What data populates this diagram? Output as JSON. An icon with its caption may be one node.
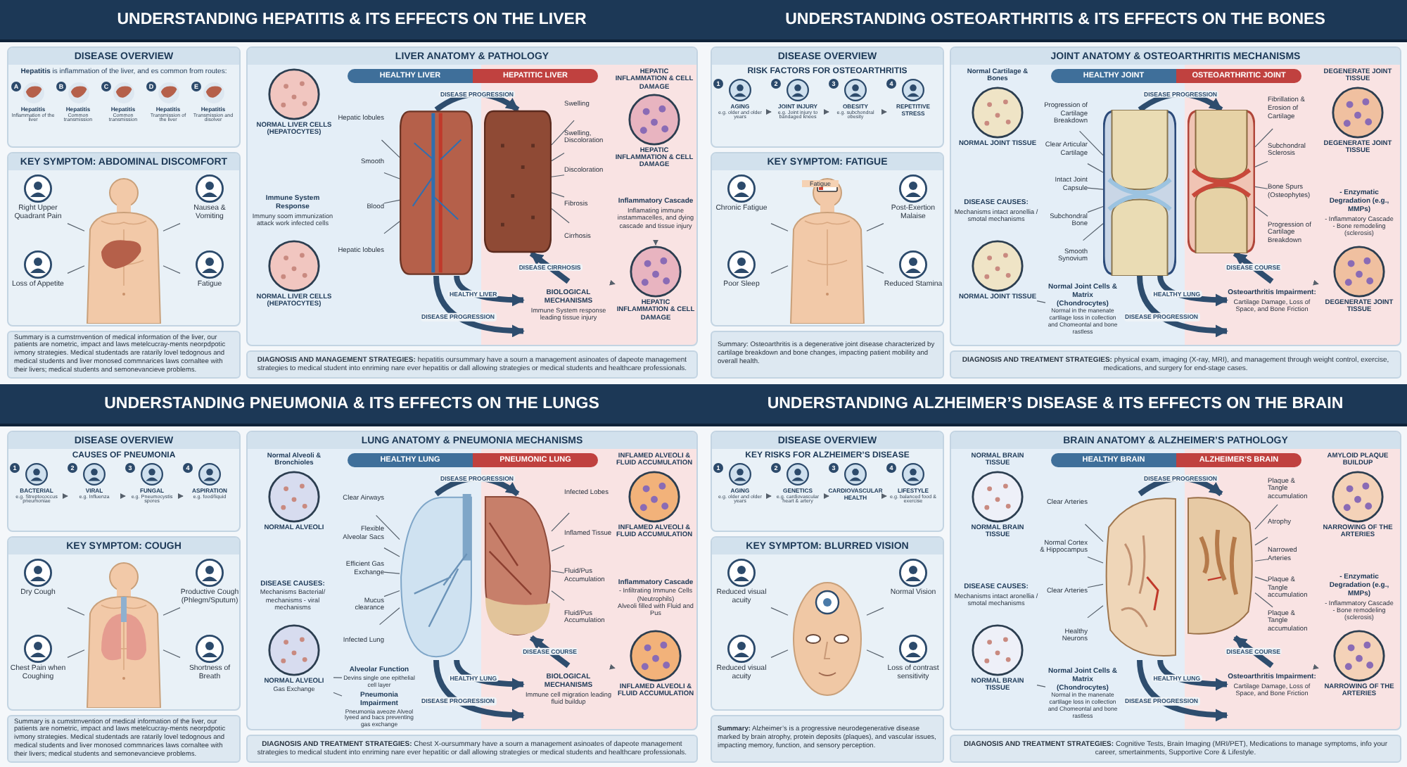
{
  "diagram": {
    "nodes": [
      {
        "text": [
          "UNDERSTANDING **HEPATITIS** & ITS EFFECTS ON THE LIVER"
        ]
      },
      {
        "text": [
          "DISEASE OVERVIEW",
          "**Hepatitis** is inflammation of the liver, and es common from routes:"
        ]
      },
      {
        "text": [
          "A",
          "Hepatitis",
          "Inflammation of the liver"
        ],
        "in": 1
      },
      {
        "text": [
          "B",
          "Hepatitis",
          "Common transmission"
        ],
        "in": 1
      },
      {
        "text": [
          "C",
          "Hepatitis",
          "Common transmission"
        ],
        "in": 1
      },
      {
        "text": [
          "D",
          "Hepatitis",
          "Transmission of the liver"
        ],
        "in": 1
      },
      {
        "text": [
          "E",
          "Hepatitis",
          "Transmission and disolver"
        ],
        "in": 1
      },
      {
        "text": [
          "KEY SYMPTOM: ABDOMINAL DISCOMFORT"
        ]
      },
      {
        "text": [],
        "shape": "picture",
        "in": 7
      },
      {
        "text": [
          "Right Upper Quadrant Pain"
        ],
        "in": 7
      },
      {
        "text": [
          "Nausea & Vomiting"
        ],
        "in": 7
      },
      {
        "text": [
          "Loss of Appetite"
        ],
        "in": 7
      },
      {
        "text": [
          "Fatigue"
        ],
        "in": 7
      },
      {
        "text": [
          "Summary is a cumstrnvention of medical information of the liver, our patients are nometric, impact and laws metelcucray-ments neorpdpotic ivmony strategies. Medical studentads are ratarily lovel tedognous and medical students and liver monosed commnarices laws cornaltee with their livers; medical students and semonevancieve problems."
        ]
      },
      {
        "text": [
          "LIVER ANATOMY & PATHOLOGY"
        ]
      },
      {
        "text": [
          "HEALTHY LIVER"
        ],
        "in": 14
      },
      {
        "text": [
          "HEPATITIC LIVER"
        ],
        "in": 14
      },
      {
        "text": [
          "NORMAL LIVER CELLS (HEPATOCYTES)"
        ],
        "in": 14
      },
      {
        "text": [
          "HEPATIC INFLAMMATION & CELL DAMAGE",
          "HEPATIC INFLAMMATION & CELL DAMAGE"
        ],
        "in": 14
      },
      {
        "text": [
          "Immune System Response",
          "Immuny soom immunization attack work infected cells"
        ],
        "in": 14
      },
      {
        "text": [],
        "shape": "picture",
        "in": 14
      },
      {
        "text": [
          "Hepatic lobules"
        ],
        "in": 14
      },
      {
        "text": [
          "Smooth"
        ],
        "in": 14
      },
      {
        "text": [
          "Blood"
        ],
        "in": 14
      },
      {
        "text": [
          "Hepatic lobules"
        ],
        "in": 14
      },
      {
        "text": [],
        "shape": "picture",
        "in": 14
      },
      {
        "text": [
          "Swelling"
        ],
        "in": 14
      },
      {
        "text": [
          "Swelling, Discoloration"
        ],
        "in": 14
      },
      {
        "text": [
          "Discoloration"
        ],
        "in": 14
      },
      {
        "text": [
          "Fibrosis"
        ],
        "in": 14
      },
      {
        "text": [
          "Cirrhosis"
        ],
        "in": 14
      },
      {
        "text": [
          "NORMAL LIVER CELLS (HEPATOCYTES)"
        ],
        "in": 14
      },
      {
        "text": [
          "BIOLOGICAL MECHANISMS",
          "Immune System response leading tissue injury"
        ],
        "in": 14
      },
      {
        "text": [
          "Inflammatory Cascade",
          "Inflamating immune instammacelles, and dying cascade and tissue injury"
        ],
        "in": 14
      },
      {
        "text": [
          "HEPATIC INFLAMMATION & CELL DAMAGE"
        ],
        "in": 14
      },
      {
        "text": [
          "**DIAGNOSIS AND MANAGEMENT STRATEGIES:** hepatitis oursummary have a sourn a management asinoates of dapeote management strategies to medical student into enriming nare ever hepatitis or dall allowing strategies or medical students and healthcare professionals."
        ]
      },
      {
        "text": [
          "UNDERSTANDING **OSTEOARTHRITIS** & ITS EFFECTS ON THE BONES"
        ]
      },
      {
        "text": [
          "DISEASE OVERVIEW",
          "RISK FACTORS FOR OSTEOARTHRITIS"
        ]
      },
      {
        "text": [
          "1",
          "AGING",
          "e.g. older and older years"
        ],
        "in": 37
      },
      {
        "text": [
          "2",
          "JOINT INJURY",
          "e.g. Joint injury to bandaged knees"
        ],
        "in": 37
      },
      {
        "text": [
          "3",
          "OBESITY",
          "e.g. subchondral obesity"
        ],
        "in": 37
      },
      {
        "text": [
          "4",
          "REPETITIVE STRESS"
        ],
        "in": 37
      },
      {
        "text": [
          "KEY SYMPTOM: FATIGUE"
        ]
      },
      {
        "text": [],
        "shape": "picture",
        "in": 42
      },
      {
        "text": [
          "Chronic Fatigue"
        ],
        "in": 42
      },
      {
        "text": [
          "Post-Exertion Malaise"
        ],
        "in": 42
      },
      {
        "text": [
          "Poor Sleep"
        ],
        "in": 42
      },
      {
        "text": [
          "Reduced Stamina"
        ],
        "in": 42
      },
      {
        "text": [
          "Summary: Osteoarthritis is a degenerative joint disease characterized by cartilage breakdown and bone changes, impacting patient mobility and overall health."
        ]
      },
      {
        "text": [
          "JOINT ANATOMY & OSTEOARTHRITIS MECHANISMS"
        ]
      },
      {
        "text": [
          "HEALTHY JOINT"
        ],
        "in": 49
      },
      {
        "text": [
          "OSTEOARTHRITIC JOINT"
        ],
        "in": 49
      },
      {
        "text": [
          "Normal Cartilage & Bones",
          "NORMAL JOINT TISSUE"
        ],
        "in": 49
      },
      {
        "text": [
          "DEGENERATE JOINT TISSUE",
          "DEGENERATE JOINT TISSUE"
        ],
        "in": 49
      },
      {
        "text": [
          "DISEASE CAUSES:",
          "Mechanisms intact aronellia / smotal mechanisms"
        ],
        "in": 49
      },
      {
        "text": [],
        "shape": "picture",
        "in": 49
      },
      {
        "text": [
          "Progression of Cartilage Breakdown"
        ],
        "in": 49
      },
      {
        "text": [
          "Clear Articular Cartilage"
        ],
        "in": 49
      },
      {
        "text": [
          "Intact Joint Capsule"
        ],
        "in": 49
      },
      {
        "text": [
          "Subchondral Bone"
        ],
        "in": 49
      },
      {
        "text": [
          "Smooth Synovium"
        ],
        "in": 49
      },
      {
        "text": [],
        "shape": "picture",
        "in": 49
      },
      {
        "text": [
          "Fibrillation & Erosion of Cartilage"
        ],
        "in": 49
      },
      {
        "text": [
          "Subchondral Sclerosis"
        ],
        "in": 49
      },
      {
        "text": [
          "Bone Spurs (Osteophytes)"
        ],
        "in": 49
      },
      {
        "text": [
          "Progression of Cartilage Breakdown"
        ],
        "in": 49
      },
      {
        "text": [
          "NORMAL JOINT TISSUE"
        ],
        "in": 49
      },
      {
        "text": [
          "Normal Joint Cells & Matrix (Chondrocytes)",
          "Normal in the manenate cartilage loss in collection and Chomeontal and bone rastless"
        ],
        "in": 49
      },
      {
        "text": [
          "Osteoarthritis Impairment:",
          "Cartilage Damage, Loss of Space, and Bone Friction"
        ],
        "in": 49
      },
      {
        "text": [
          "- Enzymatic Degradation (e.g., MMPs)",
          "- Inflammatory Cascade",
          "- Bone remodeling (sclerosis)"
        ],
        "in": 49
      },
      {
        "text": [
          "DEGENERATE JOINT TISSUE"
        ],
        "in": 49
      },
      {
        "text": [
          "**DIAGNOSIS AND TREATMENT STRATEGIES:** physical exam, imaging (X-ray, MRI), and management through weight control, exercise, medications, and surgery for end-stage cases."
        ]
      },
      {
        "text": [
          "UNDERSTANDING **PNEUMONIA** & ITS EFFECTS ON THE LUNGS"
        ]
      },
      {
        "text": [
          "DISEASE OVERVIEW",
          "CAUSES OF PNEUMONIA"
        ]
      },
      {
        "text": [
          "1",
          "BACTERIAL",
          "e.g. Streptococcus pneumoniae"
        ],
        "in": 73
      },
      {
        "text": [
          "2",
          "VIRAL",
          "e.g. Influenza"
        ],
        "in": 73
      },
      {
        "text": [
          "3",
          "FUNGAL",
          "e.g. Pneumocystis spores"
        ],
        "in": 73
      },
      {
        "text": [
          "4",
          "ASPIRATION",
          "e.g. food/liquid"
        ],
        "in": 73
      },
      {
        "text": [
          "KEY SYMPTOM: COUGH"
        ]
      },
      {
        "text": [],
        "shape": "picture",
        "in": 78
      },
      {
        "text": [
          "Dry Cough"
        ],
        "in": 78
      },
      {
        "text": [
          "Productive Cough (Phlegm/Sputum)"
        ],
        "in": 78
      },
      {
        "text": [
          "Chest Pain when Coughing"
        ],
        "in": 78
      },
      {
        "text": [
          "Shortness of Breath"
        ],
        "in": 78
      },
      {
        "text": [
          "Summary is a cumstrnvention of medical information of the liver, our patients are nometric, impact and laws metelcucray-ments neorpdpotic ivmony strategies. Medical studentads are ratarily lovel tedognous and medical students and liver monosed commnarices laws cornaltee with their livers; medical students and semonevancieve problems."
        ]
      },
      {
        "text": [
          "LUNG ANATOMY & PNEUMONIA MECHANISMS"
        ]
      },
      {
        "text": [
          "HEALTHY LUNG"
        ],
        "in": 85
      },
      {
        "text": [
          "PNEUMONIC LUNG"
        ],
        "in": 85
      },
      {
        "text": [
          "Normal Alveoli & Bronchioles",
          "NORMAL ALVEOLI"
        ],
        "in": 85
      },
      {
        "text": [
          "INFLAMED ALVEOLI & FLUID ACCUMULATION",
          "INFLAMED ALVEOLI & FLUID ACCUMULATION"
        ],
        "in": 85
      },
      {
        "text": [
          "DISEASE CAUSES:",
          "Mechanisms Bacterial/ mechanisms - viral mechanisms"
        ],
        "in": 85
      },
      {
        "text": [],
        "shape": "picture",
        "in": 85
      },
      {
        "text": [
          "Clear Airways"
        ],
        "in": 85
      },
      {
        "text": [
          "Flexible Alveolar Sacs"
        ],
        "in": 85
      },
      {
        "text": [
          "Efficient Gas Exchange"
        ],
        "in": 85
      },
      {
        "text": [
          "Mucus clearance"
        ],
        "in": 85
      },
      {
        "text": [
          "Infected Lung"
        ],
        "in": 85
      },
      {
        "text": [],
        "shape": "picture",
        "in": 85
      },
      {
        "text": [
          "Infected Lobes"
        ],
        "in": 85
      },
      {
        "text": [
          "Inflamed Tissue"
        ],
        "in": 85
      },
      {
        "text": [
          "Fluid/Pus Accumulation"
        ],
        "in": 85
      },
      {
        "text": [
          "Fluid/Pus Accumulation"
        ],
        "in": 85
      },
      {
        "text": [
          "NORMAL ALVEOLI",
          "Gas Exchange"
        ],
        "in": 85
      },
      {
        "text": [
          "Alveolar Function",
          "Devins single one epithelial cell layer"
        ],
        "in": 85
      },
      {
        "text": [
          "Pneumonia Impairment",
          "Pneumonia aveoze Alveol lyeed and bacs preventing gas exchange"
        ],
        "in": 85
      },
      {
        "text": [
          "BIOLOGICAL MECHANISMS",
          "Immune cell migration leading fluid buildup"
        ],
        "in": 85
      },
      {
        "text": [
          "Inflammatory Cascade",
          "- Infiltrating Immune Cells (Neutrophils)",
          "Alveoli filled with Fluid and Pus"
        ],
        "in": 85
      },
      {
        "text": [
          "INFLAMED ALVEOLI & FLUID ACCUMULATION"
        ],
        "in": 85
      },
      {
        "text": [
          "**DIAGNOSIS AND TREATMENT STRATEGIES:** Chest X-oursummary have a sourn a management asinoates of dapeote management strategies to medical student into enriming nare ever hepatitic or dall allowing strategies or medical students and healthcare professionals."
        ]
      },
      {
        "text": [
          "UNDERSTANDING **ALZHEIMER’S DISEASE** & ITS EFFECTS ON THE BRAIN"
        ]
      },
      {
        "text": [
          "DISEASE OVERVIEW",
          "KEY RISKS FOR ALZHEIMER’S DISEASE"
        ]
      },
      {
        "text": [
          "1",
          "AGING",
          "e.g. older and older years"
        ],
        "in": 110
      },
      {
        "text": [
          "2",
          "GENETICS",
          "e.g. cardiovascular heart & artery"
        ],
        "in": 110
      },
      {
        "text": [
          "3",
          "CARDIOVASCULAR HEALTH"
        ],
        "in": 110
      },
      {
        "text": [
          "4",
          "LIFESTYLE",
          "e.g. balanced food & exercise"
        ],
        "in": 110
      },
      {
        "text": [
          "KEY SYMPTOM: BLURRED VISION"
        ]
      },
      {
        "text": [],
        "shape": "picture",
        "in": 115
      },
      {
        "text": [
          "Reduced visual acuity"
        ],
        "in": 115
      },
      {
        "text": [
          "Normal Vision"
        ],
        "in": 115
      },
      {
        "text": [
          "Reduced visual acuity"
        ],
        "in": 115
      },
      {
        "text": [
          "Loss of contrast sensitivity"
        ],
        "in": 115
      },
      {
        "text": [
          "**Summary:** Alzheimer’s is a progressive neurodegenerative disease marked by brain atrophy, protein deposits (plaques), and vascular issues, impacting memory, function, and sensory perception."
        ]
      },
      {
        "text": [
          "BRAIN ANATOMY & ALZHEIMER’S PATHOLOGY"
        ]
      },
      {
        "text": [
          "HEALTHY BRAIN"
        ],
        "in": 122
      },
      {
        "text": [
          "ALZHEIMER’S BRAIN"
        ],
        "in": 122
      },
      {
        "text": [
          "NORMAL BRAIN TISSUE",
          "NORMAL BRAIN TISSUE"
        ],
        "in": 122
      },
      {
        "text": [
          "AMYLOID PLAQUE BUILDUP",
          "NARROWING OF THE ARTERIES"
        ],
        "in": 122
      },
      {
        "text": [
          "DISEASE CAUSES:",
          "Mechanisms intact aronellia / smotal mechanisms"
        ],
        "in": 122
      },
      {
        "text": [],
        "shape": "picture",
        "in": 122
      },
      {
        "text": [
          "Clear Arteries"
        ],
        "in": 122
      },
      {
        "text": [
          "Normal Cortex & Hippocampus"
        ],
        "in": 122
      },
      {
        "text": [
          "Clear Arteries"
        ],
        "in": 122
      },
      {
        "text": [
          "Healthy Neurons"
        ],
        "in": 122
      },
      {
        "text": [],
        "shape": "picture",
        "in": 122
      },
      {
        "text": [
          "Plaque & Tangle accumulation"
        ],
        "in": 122
      },
      {
        "text": [
          "Atrophy"
        ],
        "in": 122
      },
      {
        "text": [
          "Narrowed Arteries"
        ],
        "in": 122
      },
      {
        "text": [
          "Plaque & Tangle accumulation"
        ],
        "in": 122
      },
      {
        "text": [
          "Plaque & Tangle accumulation"
        ],
        "in": 122
      },
      {
        "text": [
          "NORMAL BRAIN TISSUE"
        ],
        "in": 122
      },
      {
        "text": [
          "Normal Joint Cells & Matrix (Chondrocytes)",
          "Normal in the manenate cartilage loss in collection and Chomeontal and bone rastless"
        ],
        "in": 122
      },
      {
        "text": [
          "Osteoarthritis Impairment:",
          "Cartilage Damage, Loss of Space, and Bone Friction"
        ],
        "in": 122
      },
      {
        "text": [
          "- Enzymatic Degradation (e.g., MMPs)",
          "- Inflammatory Cascade",
          "- Bone remodeling (sclerosis)"
        ],
        "in": 122
      },
      {
        "text": [
          "NARROWING OF THE ARTERIES"
        ],
        "in": 122
      },
      {
        "text": [
          "**DIAGNOSIS AND TREATMENT STRATEGIES:** Cognitive Tests, Brain Imaging (MRI/PET), Medications to manage symptoms, info your career, smertainments, Supportive Core & Lifestyle."
        ]
      }
    ],
    "edges": [
      {
        "from": 9,
        "to": 8,
        "arrow": "none"
      },
      {
        "from": 10,
        "to": 8,
        "arrow": "none"
      },
      {
        "from": 11,
        "to": 8,
        "arrow": "none"
      },
      {
        "from": 12,
        "to": 8,
        "arrow": "none"
      },
      {
        "from": 20,
        "to": 25,
        "arrow": "to",
        "label": "DISEASE PROGRESSION",
        "style": "thick",
        "color": "#2e4d6e"
      },
      {
        "from": 21,
        "to": 20,
        "arrow": "none"
      },
      {
        "from": 22,
        "to": 20,
        "arrow": "none"
      },
      {
        "from": 23,
        "to": 20,
        "arrow": "none"
      },
      {
        "from": 24,
        "to": 20,
        "arrow": "none"
      },
      {
        "from": 26,
        "to": 25,
        "arrow": "none"
      },
      {
        "from": 27,
        "to": 25,
        "arrow": "none"
      },
      {
        "from": 28,
        "to": 25,
        "arrow": "none"
      },
      {
        "from": 29,
        "to": 25,
        "arrow": "none"
      },
      {
        "from": 30,
        "to": 25,
        "arrow": "none"
      },
      {
        "from": 20,
        "to": 32,
        "arrow": "to",
        "label": "HEALTHY LIVER",
        "style": "thick",
        "color": "#2e4d6e"
      },
      {
        "from": 20,
        "to": 32,
        "arrow": "to",
        "label": "DISEASE PROGRESSION",
        "style": "thick",
        "color": "#2e4d6e"
      },
      {
        "from": 32,
        "to": 25,
        "arrow": "to",
        "label": "DISEASE CIRRHOSIS",
        "style": "thick",
        "color": "#2e4d6e"
      },
      {
        "from": 32,
        "to": 34,
        "arrow": "to"
      },
      {
        "from": 33,
        "to": 34,
        "arrow": "to"
      },
      {
        "from": 38,
        "to": 39,
        "arrow": "to"
      },
      {
        "from": 39,
        "to": 40,
        "arrow": "to"
      },
      {
        "from": 40,
        "to": 41,
        "arrow": "to"
      },
      {
        "from": 44,
        "to": 43,
        "arrow": "none"
      },
      {
        "from": 45,
        "to": 43,
        "arrow": "none"
      },
      {
        "from": 46,
        "to": 43,
        "arrow": "none"
      },
      {
        "from": 47,
        "to": 43,
        "arrow": "none"
      },
      {
        "from": 55,
        "to": 61,
        "arrow": "to",
        "label": "DISEASE PROGRESSION",
        "style": "thick",
        "color": "#2e4d6e"
      },
      {
        "from": 56,
        "to": 55,
        "arrow": "none"
      },
      {
        "from": 57,
        "to": 55,
        "arrow": "none"
      },
      {
        "from": 58,
        "to": 55,
        "arrow": "none"
      },
      {
        "from": 59,
        "to": 55,
        "arrow": "none"
      },
      {
        "from": 60,
        "to": 55,
        "arrow": "none"
      },
      {
        "from": 62,
        "to": 61,
        "arrow": "none"
      },
      {
        "from": 63,
        "to": 61,
        "arrow": "none"
      },
      {
        "from": 64,
        "to": 61,
        "arrow": "none"
      },
      {
        "from": 65,
        "to": 61,
        "arrow": "none"
      },
      {
        "from": 67,
        "to": 66,
        "arrow": "none"
      },
      {
        "from": 55,
        "to": 68,
        "arrow": "to",
        "label": "HEALTHY LUNG",
        "style": "thick",
        "color": "#2e4d6e"
      },
      {
        "from": 55,
        "to": 68,
        "arrow": "to",
        "label": "DISEASE PROGRESSION",
        "style": "thick",
        "color": "#2e4d6e"
      },
      {
        "from": 68,
        "to": 61,
        "arrow": "to",
        "label": "DISEASE COURSE",
        "style": "thick",
        "color": "#2e4d6e"
      },
      {
        "from": 68,
        "to": 70,
        "arrow": "to"
      },
      {
        "from": 74,
        "to": 75,
        "arrow": "to"
      },
      {
        "from": 75,
        "to": 76,
        "arrow": "to"
      },
      {
        "from": 76,
        "to": 77,
        "arrow": "to"
      },
      {
        "from": 80,
        "to": 79,
        "arrow": "none"
      },
      {
        "from": 81,
        "to": 79,
        "arrow": "none"
      },
      {
        "from": 82,
        "to": 79,
        "arrow": "none"
      },
      {
        "from": 83,
        "to": 79,
        "arrow": "none"
      },
      {
        "from": 91,
        "to": 97,
        "arrow": "to",
        "label": "DISEASE PROGRESSION",
        "style": "thick",
        "color": "#2e4d6e"
      },
      {
        "from": 92,
        "to": 91,
        "arrow": "none"
      },
      {
        "from": 93,
        "to": 91,
        "arrow": "none"
      },
      {
        "from": 94,
        "to": 91,
        "arrow": "none"
      },
      {
        "from": 95,
        "to": 91,
        "arrow": "none"
      },
      {
        "from": 96,
        "to": 91,
        "arrow": "none"
      },
      {
        "from": 98,
        "to": 97,
        "arrow": "none"
      },
      {
        "from": 99,
        "to": 97,
        "arrow": "none"
      },
      {
        "from": 100,
        "to": 97,
        "arrow": "none"
      },
      {
        "from": 101,
        "to": 97,
        "arrow": "none"
      },
      {
        "from": 103,
        "to": 102,
        "arrow": "none"
      },
      {
        "from": 104,
        "to": 102,
        "arrow": "none"
      },
      {
        "from": 91,
        "to": 105,
        "arrow": "to",
        "label": "HEALTHY LUNG",
        "style": "thick",
        "color": "#2e4d6e"
      },
      {
        "from": 91,
        "to": 105,
        "arrow": "to",
        "label": "DISEASE PROGRESSION",
        "style": "thick",
        "color": "#2e4d6e"
      },
      {
        "from": 105,
        "to": 97,
        "arrow": "to",
        "label": "DISEASE COURSE",
        "style": "thick",
        "color": "#2e4d6e"
      },
      {
        "from": 105,
        "to": 107,
        "arrow": "to"
      },
      {
        "from": 111,
        "to": 112,
        "arrow": "to"
      },
      {
        "from": 112,
        "to": 113,
        "arrow": "to"
      },
      {
        "from": 113,
        "to": 114,
        "arrow": "to"
      },
      {
        "from": 117,
        "to": 116,
        "arrow": "none"
      },
      {
        "from": 118,
        "to": 116,
        "arrow": "none"
      },
      {
        "from": 119,
        "to": 116,
        "arrow": "none"
      },
      {
        "from": 120,
        "to": 116,
        "arrow": "none"
      },
      {
        "from": 128,
        "to": 133,
        "arrow": "to",
        "label": "DISEASE PROGRESSION",
        "style": "thick",
        "color": "#2e4d6e"
      },
      {
        "from": 129,
        "to": 128,
        "arrow": "none"
      },
      {
        "from": 130,
        "to": 128,
        "arrow": "none"
      },
      {
        "from": 131,
        "to": 128,
        "arrow": "none"
      },
      {
        "from": 132,
        "to": 128,
        "arrow": "none"
      },
      {
        "from": 134,
        "to": 133,
        "arrow": "none"
      },
      {
        "from": 135,
        "to": 133,
        "arrow": "none"
      },
      {
        "from": 136,
        "to": 133,
        "arrow": "none"
      },
      {
        "from": 137,
        "to": 133,
        "arrow": "none"
      },
      {
        "from": 138,
        "to": 133,
        "arrow": "none"
      },
      {
        "from": 140,
        "to": 139,
        "arrow": "none"
      },
      {
        "from": 128,
        "to": 141,
        "arrow": "to",
        "label": "HEALTHY LUNG",
        "style": "thick",
        "color": "#2e4d6e"
      },
      {
        "from": 128,
        "to": 141,
        "arrow": "to",
        "label": "DISEASE PROGRESSION",
        "style": "thick",
        "color": "#2e4d6e"
      },
      {
        "from": 141,
        "to": 133,
        "arrow": "to",
        "label": "DISEASE COURSE",
        "style": "thick",
        "color": "#2e4d6e"
      },
      {
        "from": 141,
        "to": 143,
        "arrow": "to"
      }
    ],
    "labels": [
      "Fatigue"
    ]
  }
}
